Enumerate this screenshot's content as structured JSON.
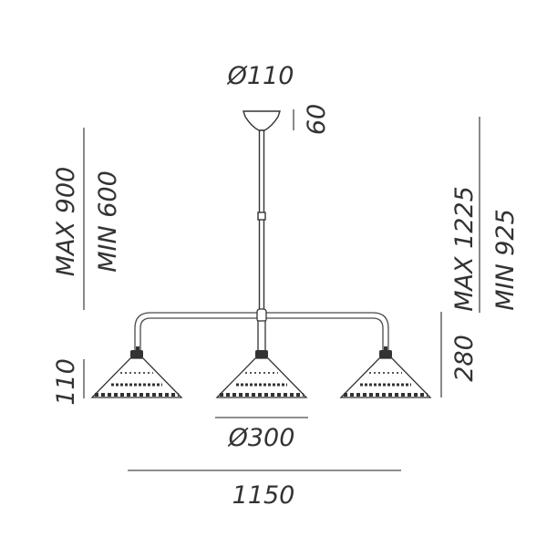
{
  "dimensions": {
    "canopy_diameter": "Ø110",
    "canopy_height": "60",
    "stem_max": "MAX 900",
    "stem_min": "MIN 600",
    "total_max": "MAX 1225",
    "total_min": "MIN 925",
    "arm_drop": "280",
    "shade_height": "110",
    "shade_diameter": "Ø300",
    "total_width": "1150"
  },
  "colors": {
    "line": "#333333",
    "text": "#333333",
    "background": "#ffffff"
  },
  "shades_count": 3
}
